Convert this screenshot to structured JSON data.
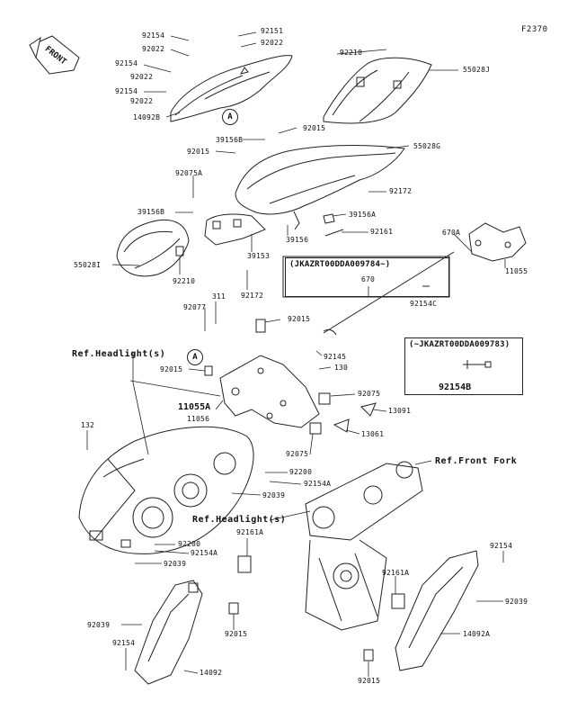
{
  "figure_id": "F2370",
  "front_label": "FRONT",
  "callout_letter": "A",
  "ref_headlight_1": "Ref.Headlight(s)",
  "ref_headlight_2": "Ref.Headlight(s)",
  "ref_front_fork": "Ref.Front Fork",
  "box1_text": "(JKAZRT00DDA009784~)",
  "box2_text": "(~JKAZRT00DDA009783)",
  "box2_part": "92154B",
  "parts": {
    "p92154_a": "92154",
    "p92022_a": "92022",
    "p92154_b": "92154",
    "p92022_b": "92022",
    "p92154_c": "92154",
    "p92022_c": "92022",
    "p14092b": "14092B",
    "p92151": "92151",
    "p92022_d": "92022",
    "p92210_a": "92210",
    "p55028j": "55028J",
    "p39156b": "39156B",
    "p92015_a": "92015",
    "p92015_b": "92015",
    "p55028g": "55028G",
    "p92075a": "92075A",
    "p92172_a": "92172",
    "p39156b_b": "39156B",
    "p39156a": "39156A",
    "p39156": "39156",
    "p92161": "92161",
    "p55028i": "55028I",
    "p92210_b": "92210",
    "p39153": "39153",
    "p92172_b": "92172",
    "p670a": "670A",
    "p11055": "11055",
    "p670": "670",
    "p92154c": "92154C",
    "p311": "311",
    "p92077": "92077",
    "p92015_c": "92015",
    "p92145": "92145",
    "p130": "130",
    "p92015_d": "92015",
    "p11055a": "11055A",
    "p11056": "11056",
    "p92075_a": "92075",
    "p13091": "13091",
    "p13061": "13061",
    "p92075_b": "92075",
    "p132": "132",
    "p92200_a": "92200",
    "p92154a_a": "92154A",
    "p92039_a": "92039",
    "p92200_b": "92200",
    "p92154a_b": "92154A",
    "p92039_b": "92039",
    "p92161a_a": "92161A",
    "p92154_d": "92154",
    "p92161a_b": "92161A",
    "p92039_c": "92039",
    "p92039_d": "92039",
    "p14092a": "14092A",
    "p92015_e": "92015",
    "p92154_e": "92154",
    "p14092": "14092",
    "p92015_f": "92015"
  }
}
